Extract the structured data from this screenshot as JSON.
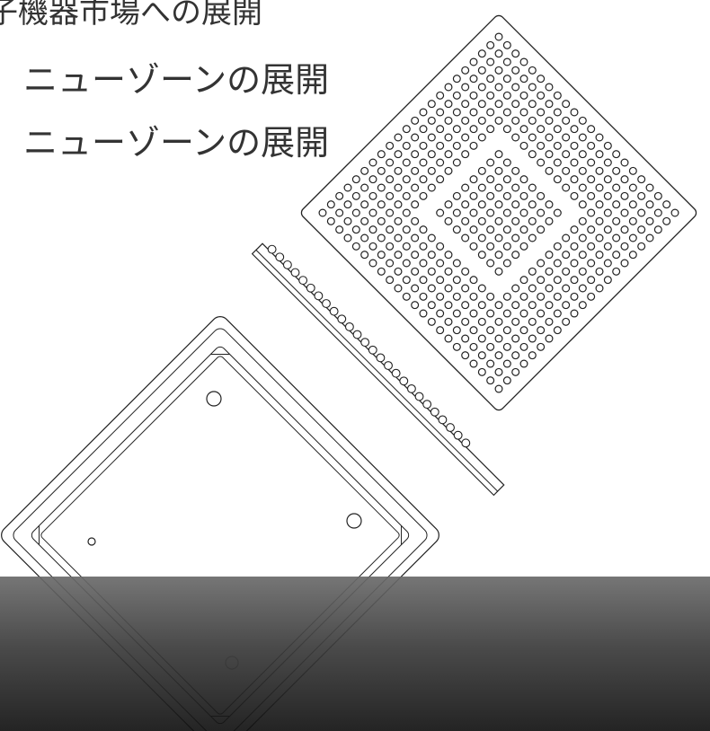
{
  "headlines": {
    "line1": "子機器市場への展開",
    "line2": "ニューゾーンの展開",
    "line3": "ニューゾーンの展開"
  },
  "illustration": {
    "parts": [
      "bga-chip",
      "connector-strip",
      "socket-frame"
    ],
    "stroke_color": "#222222",
    "background_color": "#ffffff"
  },
  "footer": {
    "band_color_top": "#6a6a6a",
    "band_color_bottom": "#111111"
  }
}
